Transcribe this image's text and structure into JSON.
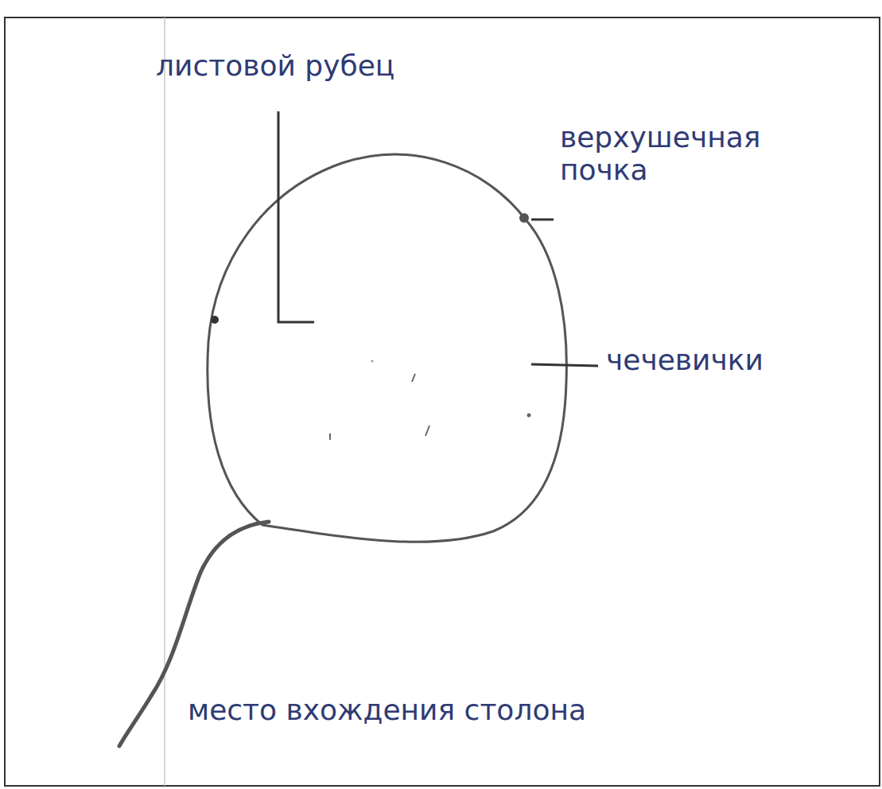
{
  "diagram": {
    "labels": [
      "листовой рубец",
      "верхушечная почка",
      "чечевички",
      "место вхождения столона"
    ]
  }
}
